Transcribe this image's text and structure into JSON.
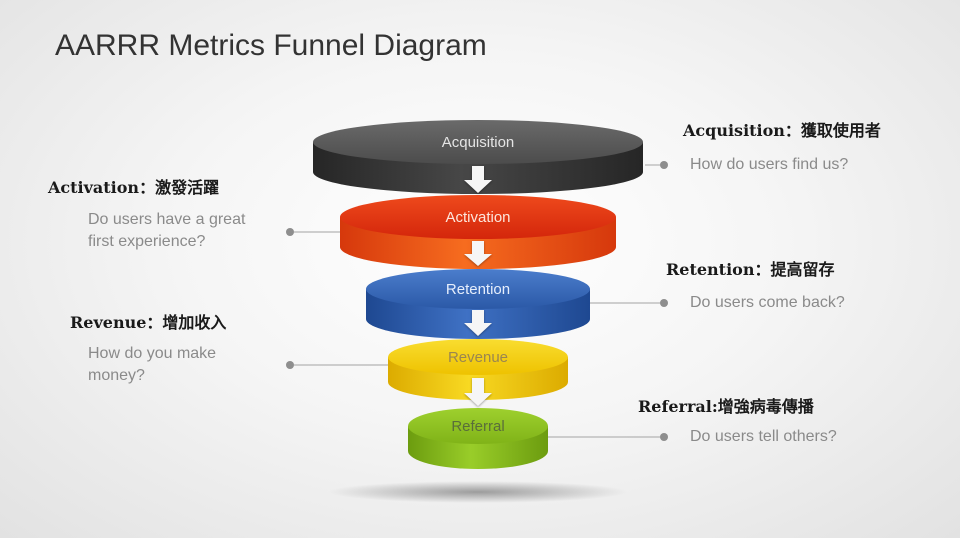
{
  "title": "AARRR Metrics Funnel Diagram",
  "colors": {
    "connector": "#b4b4b4",
    "dot": "#8e8e8e",
    "arrow": "#f6f6f6"
  },
  "funnel": [
    {
      "label": "Acquisition",
      "label_color": "#e4e4e4",
      "top_light": "#6a6a6a",
      "top_dark": "#4c4c4c",
      "body_edge": "#262626",
      "body_center": "#474747"
    },
    {
      "label": "Activation",
      "label_color": "#fde6dc",
      "top_light": "#ee4a1c",
      "top_dark": "#d4260b",
      "body_edge": "#d6380c",
      "body_center": "#f66c1f"
    },
    {
      "label": "Retention",
      "label_color": "#e6eefc",
      "top_light": "#4b7dcc",
      "top_dark": "#2b59a7",
      "body_edge": "#1e4891",
      "body_center": "#3f71c4"
    },
    {
      "label": "Revenue",
      "label_color": "#9a8650",
      "top_light": "#f9dd30",
      "top_dark": "#eec200",
      "body_edge": "#dcab00",
      "body_center": "#f8d922"
    },
    {
      "label": "Referral",
      "label_color": "#5a6e3a",
      "top_light": "#9ed02e",
      "top_dark": "#80b318",
      "body_edge": "#6c9c0f",
      "body_center": "#99cd29"
    }
  ],
  "callouts": {
    "acquisition": {
      "heading": "Acquisition：獲取使用者",
      "lines": [
        "How do users find us?"
      ]
    },
    "activation": {
      "heading": "Activation：激發活躍",
      "lines": [
        "Do users have a great",
        "first experience?"
      ]
    },
    "retention": {
      "heading": "Retention：提高留存",
      "lines": [
        "Do users come back?"
      ]
    },
    "revenue": {
      "heading": "Revenue：增加收入",
      "lines": [
        "How do you make",
        "money?"
      ]
    },
    "referral": {
      "heading": "Referral:增強病毒傳播",
      "lines": [
        "Do users tell others?"
      ]
    }
  }
}
